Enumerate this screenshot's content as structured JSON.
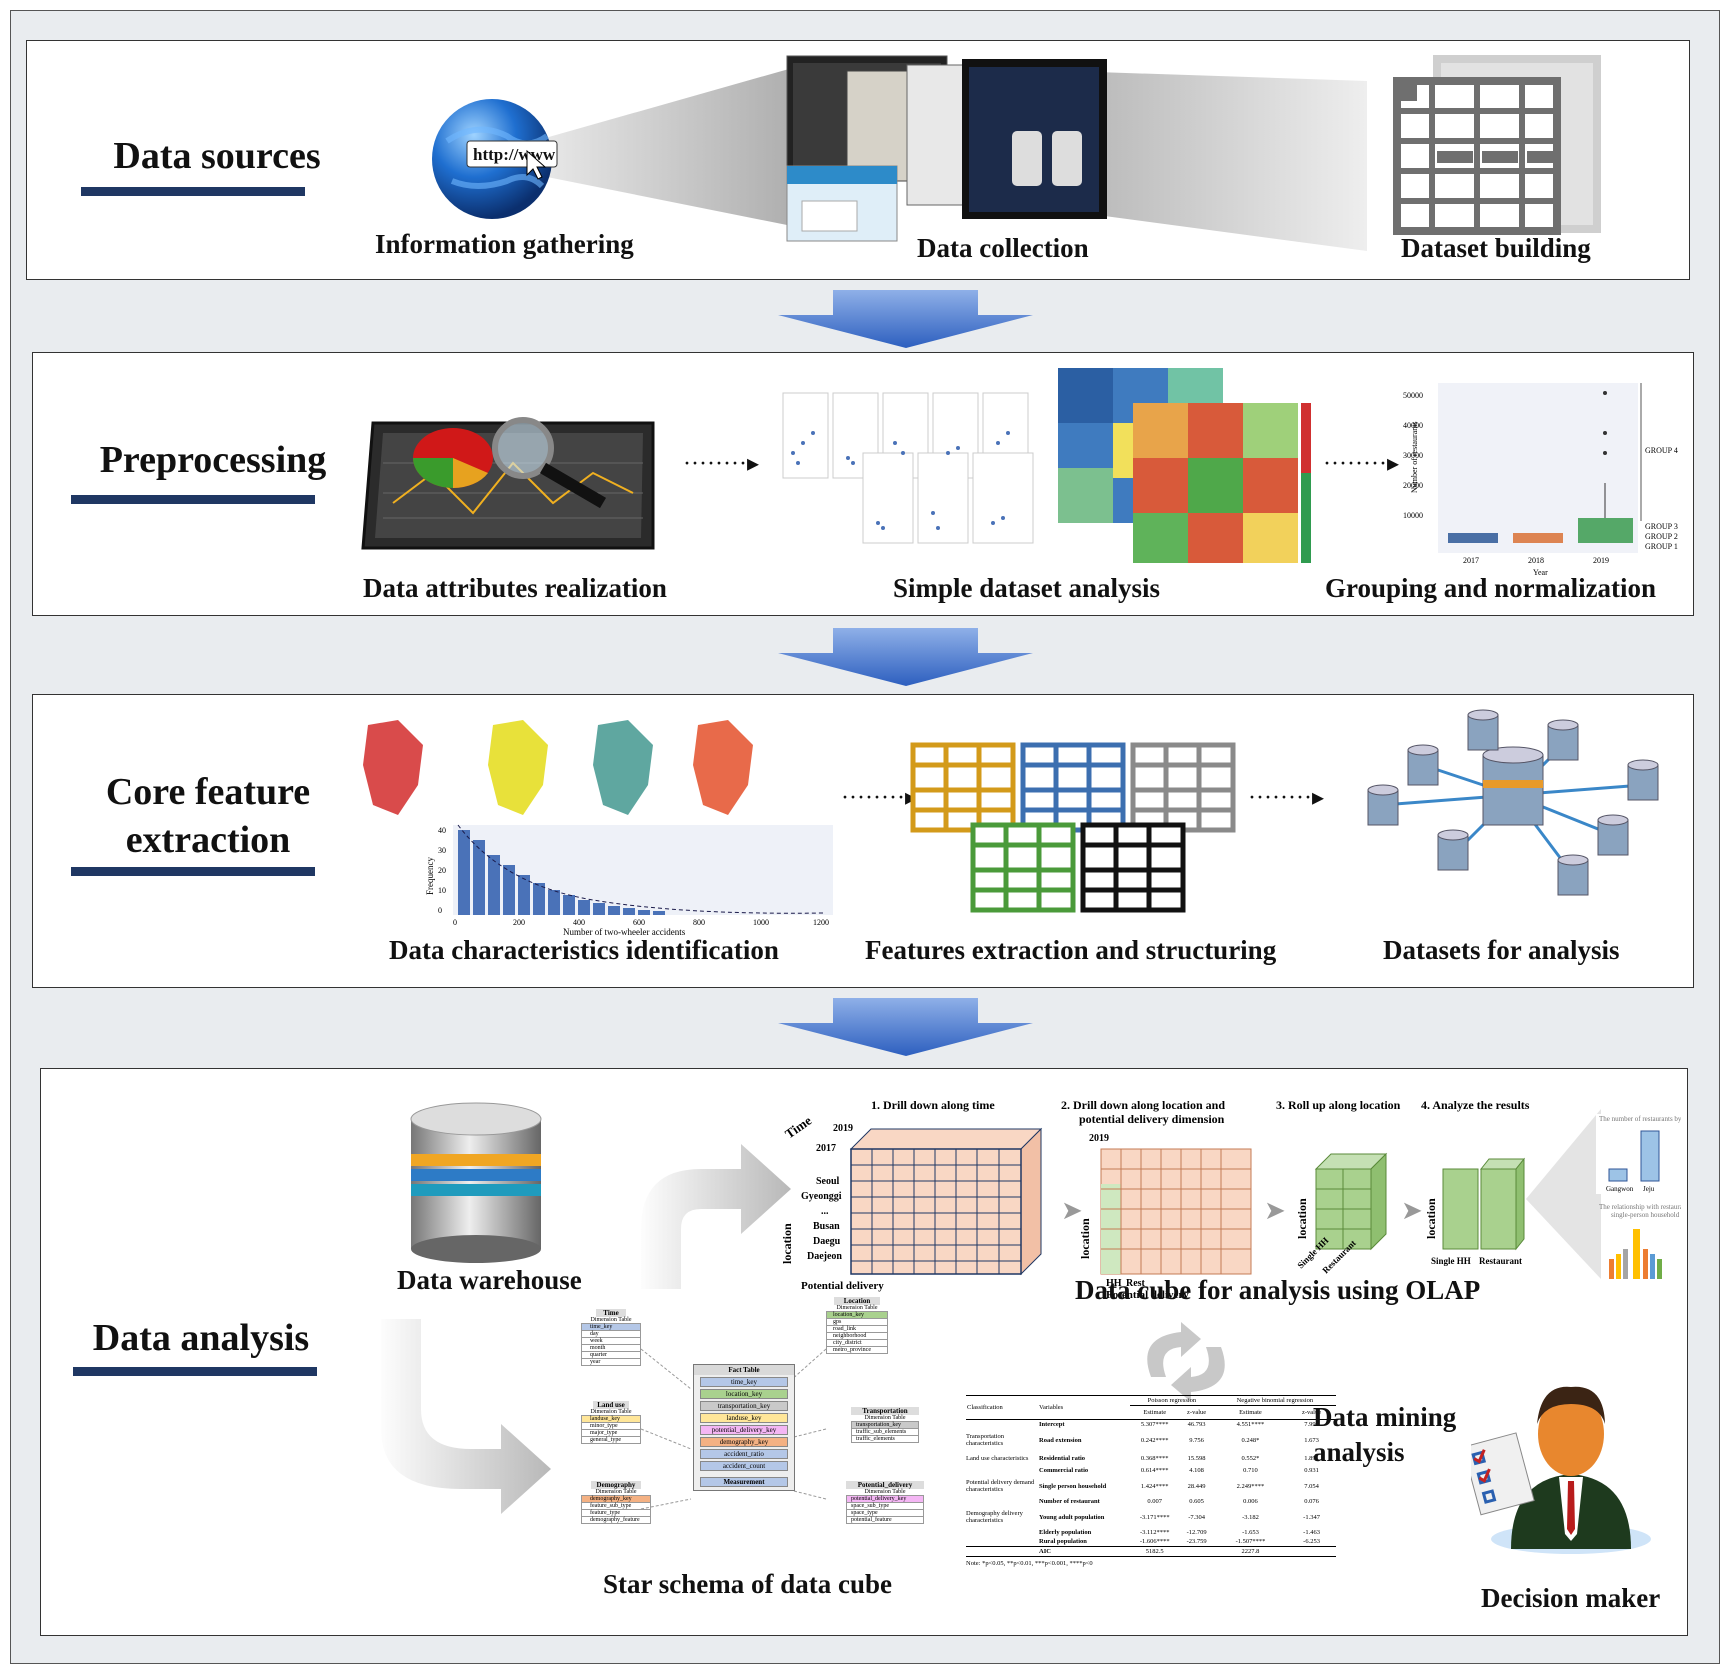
{
  "sections": {
    "sources": {
      "title": "Data sources",
      "captions": [
        "Information gathering",
        "Data collection",
        "Dataset building"
      ],
      "url_text": "http://www"
    },
    "preprocessing": {
      "title": "Preprocessing",
      "captions": [
        "Data attributes realization",
        "Simple dataset analysis",
        "Grouping and normalization"
      ],
      "boxplot": {
        "ylabel": "Number of restaurants",
        "xlabel": "Year",
        "yticks": [
          "50000",
          "40000",
          "30000",
          "20000",
          "10000"
        ],
        "years": [
          "2017",
          "2018",
          "2019"
        ],
        "groups": [
          "GROUP 4",
          "GROUP 3",
          "GROUP 2",
          "GROUP 1"
        ]
      }
    },
    "core": {
      "title_line1": "Core feature",
      "title_line2": "extraction",
      "captions": [
        "Data characteristics identification",
        "Features extraction and structuring",
        "Datasets for analysis"
      ],
      "histogram": {
        "ylabel": "Frequency",
        "xlabel": "Number of two-wheeler accidents",
        "yticks": [
          "40",
          "30",
          "20",
          "10",
          "0"
        ],
        "xticks": [
          "0",
          "200",
          "400",
          "600",
          "800",
          "1000",
          "1200"
        ]
      }
    },
    "analysis": {
      "title": "Data analysis",
      "warehouse": "Data warehouse",
      "olap_caption": "Data cube for analysis using OLAP",
      "star_caption": "Star schema of data cube",
      "mining_line1": "Data mining",
      "mining_line2": "analysis",
      "decision_maker": "Decision maker",
      "olap": {
        "step1": "1. Drill down along time",
        "step2_line1": "2. Drill down along location and",
        "step2_line2": "potential delivery dimension",
        "step3": "3. Roll up along location",
        "step4": "4. Analyze the results",
        "time": "Time",
        "year_2019": "2019",
        "year_2017": "2017",
        "cities": [
          "Seoul",
          "Gyeonggi",
          "...",
          "Busan",
          "Daegu",
          "Daejeon"
        ],
        "location": "location",
        "potential_delivery": "Potential delivery",
        "hh": "HH",
        "rest": "Rest",
        "single_hh": "Single HH",
        "restaurant": "Restaurant",
        "result_chart1_title": "The number of restaurants by region",
        "result_chart1_cats": [
          "Gangwon",
          "Jeju"
        ],
        "result_chart2_title_line1": "The relationship with restaurant and",
        "result_chart2_title_line2": "single-person household"
      },
      "star": {
        "fact": {
          "title": "Fact Table",
          "rows": [
            "time_key",
            "location_key",
            "transportation_key",
            "landuse_key",
            "potential_delivery_key",
            "demography_key",
            "accident_ratio",
            "accident_count"
          ],
          "footer": "Measurement"
        },
        "time": {
          "title": "Time",
          "sub": "Dimension Table",
          "rows": [
            "time_key",
            "day",
            "week",
            "month",
            "quarter",
            "year"
          ]
        },
        "landuse": {
          "title": "Land use",
          "sub": "Dimension Table",
          "rows": [
            "landuse_key",
            "minor_type",
            "major_type",
            "general_type"
          ]
        },
        "demography": {
          "title": "Demography",
          "sub": "Dimension Table",
          "rows": [
            "demography_key",
            "feature_sub_type",
            "feature_type",
            "demography_feature"
          ]
        },
        "location": {
          "title": "Location",
          "sub": "Dimension Table",
          "rows": [
            "location_key",
            "gps",
            "road_link",
            "neighborhood",
            "city_district",
            "metro_province"
          ]
        },
        "transportation": {
          "title": "Transportation",
          "sub": "Dimension Table",
          "rows": [
            "transportation_key",
            "traffic_sub_elements",
            "traffic_elements"
          ]
        },
        "potential_delivery": {
          "title": "Potential_delivery",
          "sub": "Dimension Table",
          "rows": [
            "potential_delivery_key",
            "space_sub_type",
            "space_type",
            "potential_feature"
          ]
        }
      },
      "regression": {
        "headers": [
          "Classification",
          "Variables",
          "Poisson regression",
          "Negative binomial regression"
        ],
        "subheaders": [
          "Estimate",
          "z-value",
          "Estimate",
          "z-value"
        ],
        "rows": [
          {
            "cls": "",
            "var": "Intercept",
            "v": [
              "5.307****",
              "46.793",
              "4.551****",
              "7.992"
            ]
          },
          {
            "cls": "Transportation characteristics",
            "var": "Road extension",
            "v": [
              "0.242****",
              "9.756",
              "0.248*",
              "1.673"
            ]
          },
          {
            "cls": "Land use characteristics",
            "var": "Residential ratio",
            "v": [
              "0.368****",
              "15.598",
              "0.552*",
              "1.891"
            ]
          },
          {
            "cls": "",
            "var": "Commercial ratio",
            "v": [
              "0.614****",
              "4.108",
              "0.710",
              "0.931"
            ]
          },
          {
            "cls": "Potential delivery demand characteristics",
            "var": "Single person household",
            "v": [
              "1.424****",
              "28.449",
              "2.249****",
              "7.054"
            ]
          },
          {
            "cls": "",
            "var": "Number of restaurant",
            "v": [
              "0.007",
              "0.605",
              "0.006",
              "0.076"
            ]
          },
          {
            "cls": "Demography delivery characteristics",
            "var": "Young adult population",
            "v": [
              "-3.171****",
              "-7.304",
              "-3.182",
              "-1.347"
            ]
          },
          {
            "cls": "",
            "var": "Elderly population",
            "v": [
              "-3.112****",
              "-12.709",
              "-1.653",
              "-1.463"
            ]
          },
          {
            "cls": "",
            "var": "Rural population",
            "v": [
              "-1.606****",
              "-23.759",
              "-1.507****",
              "-6.253"
            ]
          },
          {
            "cls": "",
            "var": "AIC",
            "v": [
              "5182.5",
              "",
              "2227.8",
              ""
            ]
          }
        ],
        "note": "Note: *p<0.05, **p<0.01, ***p<0.001, ****p<0"
      }
    }
  },
  "colors": {
    "accent": "#1f3763",
    "arrow": "#3f6fc6",
    "cube_fill": "#f9d7c4",
    "cube_edge": "#1f3763",
    "green": "#a9d18e"
  }
}
